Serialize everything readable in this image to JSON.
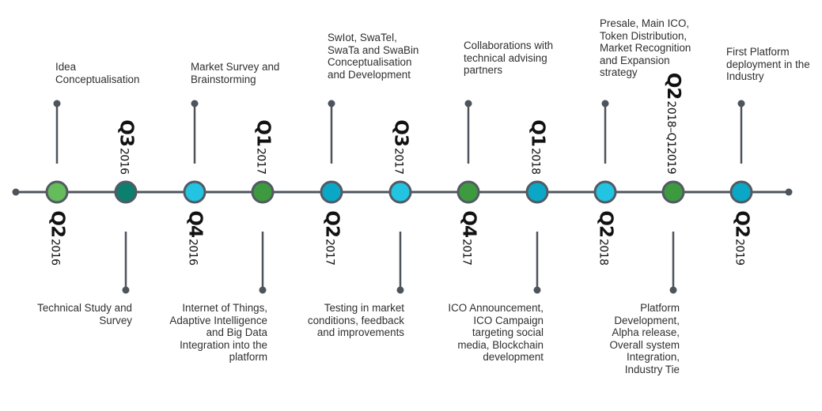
{
  "timeline": {
    "colors": {
      "line": "#4e545c",
      "light_green": "#65bc5a",
      "teal": "#0c7f6f",
      "sky_blue": "#22c4e2",
      "green": "#3e9a3f",
      "cyan": "#0aa8c6",
      "ring": "#525a63"
    },
    "milestones": [
      {
        "quarter": "Q2",
        "year": "2016",
        "color": "light_green",
        "side": "above",
        "text": "Idea\nConceptualisation"
      },
      {
        "quarter": "Q3",
        "year": "2016",
        "color": "teal",
        "side": "below",
        "text": "Technical Study and\nSurvey"
      },
      {
        "quarter": "Q4",
        "year": "2016",
        "color": "sky_blue",
        "side": "above",
        "text": "Market Survey and\nBrainstorming"
      },
      {
        "quarter": "Q1",
        "year": "2017",
        "color": "green",
        "side": "below",
        "text": "Internet of Things,\nAdaptive Intelligence\nand Big Data\nIntegration into the\nplatform"
      },
      {
        "quarter": "Q2",
        "year": "2017",
        "color": "cyan",
        "side": "above",
        "text": "SwIot, SwaTel,\nSwaTa and SwaBin\nConceptualisation\nand Development"
      },
      {
        "quarter": "Q3",
        "year": "2017",
        "color": "sky_blue",
        "side": "below",
        "text": "Testing in market\nconditions, feedback\nand improvements"
      },
      {
        "quarter": "Q4",
        "year": "2017",
        "color": "green",
        "side": "above",
        "text": "Collaborations with\ntechnical advising\npartners"
      },
      {
        "quarter": "Q1",
        "year": "2018",
        "color": "cyan",
        "side": "below",
        "text": "ICO Announcement,\nICO Campaign\ntargeting social\nmedia, Blockchain\ndevelopment"
      },
      {
        "quarter": "Q2",
        "year": "2018",
        "color": "sky_blue",
        "side": "above",
        "text": "Presale, Main ICO,\nToken Distribution,\nMarket Recognition\nand Expansion\nstrategy"
      },
      {
        "quarter": "Q2",
        "year": "2018–Q12019",
        "color": "green",
        "side": "below",
        "text": "Platform\nDevelopment,\nAlpha release,\nOverall system\nIntegration,\nIndustry Tie"
      },
      {
        "quarter": "Q2",
        "year": "2019",
        "color": "cyan",
        "side": "above",
        "text": "First Platform\ndeployment in the\nIndustry"
      }
    ]
  }
}
